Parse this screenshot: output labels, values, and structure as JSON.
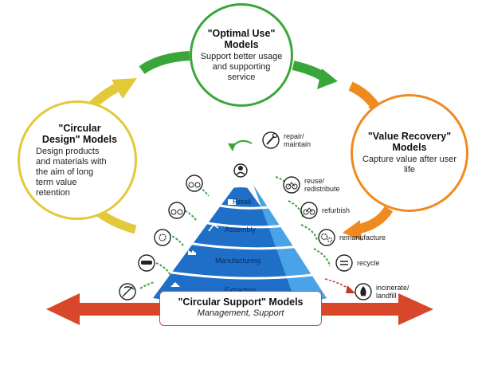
{
  "colors": {
    "green": "#3aa63a",
    "yellow": "#e2c93a",
    "orange": "#ef8a20",
    "red": "#d9472a",
    "pyramid_dark": "#1f6fc9",
    "pyramid_light": "#4aa3e6"
  },
  "circles": {
    "optimal_use": {
      "title_line1": "\"Optimal Use\"",
      "title_line2": "Models",
      "desc_line1": "Support better usage",
      "desc_line2": "and supporting",
      "desc_line3": "service"
    },
    "circular_design": {
      "title_line1": "\"Circular",
      "title_line2": "Design\" Models",
      "desc_line1": "Design products",
      "desc_line2": "and materials with",
      "desc_line3": "the aim of long",
      "desc_line4": "term value",
      "desc_line5": "retention"
    },
    "value_recovery": {
      "title_line1": "\"Value Recovery\"",
      "title_line2": "Models",
      "desc_line1": "Capture value after user",
      "desc_line2": "life"
    }
  },
  "pyramid_layers": [
    "Retail",
    "Assembly",
    "Manufacturing",
    "Extraction"
  ],
  "strategies": {
    "repair_line1": "repair/",
    "repair_line2": "maintain",
    "reuse_line1": "reuse/",
    "reuse_line2": "redistribute",
    "refurbish": "refurbish",
    "remanufacture": "remanufacture",
    "recycle": "recycle",
    "incinerate_line1": "incinerate/",
    "incinerate_line2": "landfill"
  },
  "icons": [
    "wrench-icon",
    "bicycle-icon",
    "bicycle-icon",
    "gears-icon",
    "recycle-icon",
    "flame-icon",
    "user-icon",
    "bicycle-icon",
    "robot-arm-icon",
    "factory-icon",
    "pickaxe-icon"
  ],
  "support": {
    "title": "\"Circular Support\" Models",
    "subtitle": "Management, Support"
  }
}
